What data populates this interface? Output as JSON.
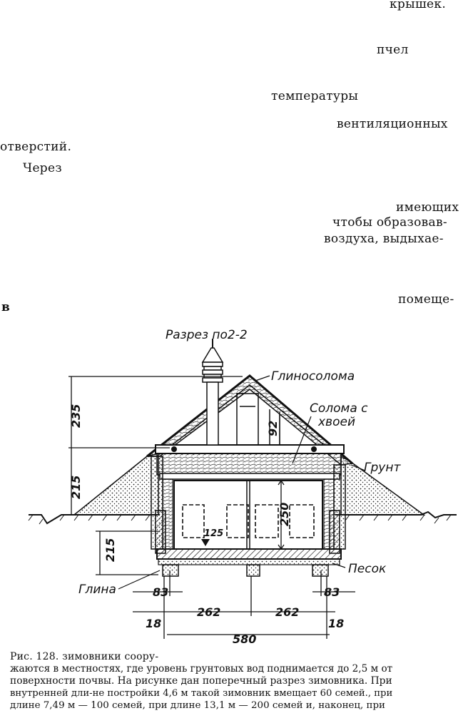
{
  "text_fragments": {
    "w1": "крышек.",
    "w2": "пчел",
    "w3": "температуры",
    "w4": "вентиляционных",
    "w5": "отверстий.",
    "w6": "Через",
    "w7": "имеющих",
    "w8": "чтобы образовав-",
    "w9": "воздуха, выдыхае-",
    "w10": "в",
    "w11": "помеще-"
  },
  "figure": {
    "title": "Разрез по2-2",
    "labels": {
      "glinosoloma": "Глиносолома",
      "soloma_1": "Солома с",
      "soloma_2": "хвоей",
      "grunt": "Грунт",
      "pesok": "Песок",
      "glina": "Глина"
    },
    "dimensions": {
      "d235": "235",
      "d215a": "215",
      "d215b": "215",
      "d92": "92",
      "d250": "250",
      "d125": "125",
      "d83a": "83",
      "d83b": "83",
      "d262a": "262",
      "d262b": "262",
      "d18a": "18",
      "d18b": "18",
      "d580": "580"
    }
  },
  "caption": {
    "line1": "Рис. 128.                                                              зимовники соору-",
    "line2": "жаются в местностях, где уровень грунтовых вод поднимается до 2,5 м от",
    "line3": "поверхности почвы. На рисунке дан поперечный разрез зимовника. При",
    "line4": "внутренней дли-не постройки 4,6 м такой зимовник вмещает 60 семей., при",
    "line5": "длине 7,49 м — 100 семей, при длине 13,1 м — 200 семей и, наконец, при"
  }
}
